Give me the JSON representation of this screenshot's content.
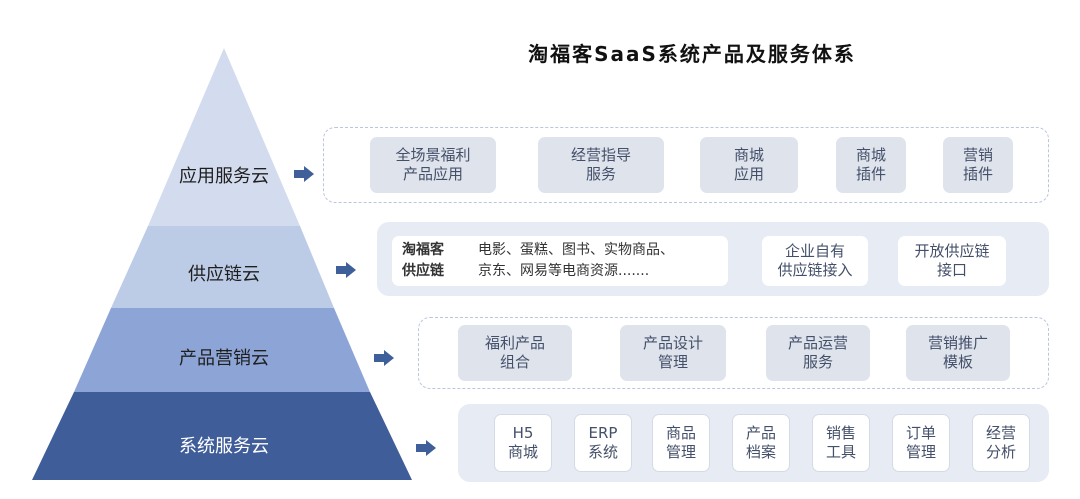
{
  "title": "淘福客SaaS系统产品及服务体系",
  "colors": {
    "tier1": "#d3dbee",
    "tier2": "#bccbe6",
    "tier3": "#8ca4d6",
    "tier4": "#3e5d99",
    "arrow": "#3f5f9a",
    "panel_border": "#b9c6dc",
    "panel_fill": "#e6ebf4",
    "box_fill": "#dfe4ec"
  },
  "tiers": [
    {
      "label": "应用服务云"
    },
    {
      "label": "供应链云"
    },
    {
      "label": "产品营销云"
    },
    {
      "label": "系统服务云"
    }
  ],
  "app_cloud": {
    "items": [
      {
        "line1": "全场景福利",
        "line2": "产品应用"
      },
      {
        "line1": "经营指导",
        "line2": "服务"
      },
      {
        "line1": "商城",
        "line2": "应用"
      },
      {
        "line1": "商城",
        "line2": "插件"
      },
      {
        "line1": "营销",
        "line2": "插件"
      }
    ]
  },
  "supply_chain": {
    "own_label_line1": "淘福客",
    "own_label_line2": "供应链",
    "own_desc_line1": "电影、蛋糕、图书、实物商品、",
    "own_desc_line2": "京东、网易等电商资源.......",
    "items": [
      {
        "line1": "企业自有",
        "line2": "供应链接入"
      },
      {
        "line1": "开放供应链",
        "line2": "接口"
      }
    ]
  },
  "marketing_cloud": {
    "items": [
      {
        "line1": "福利产品",
        "line2": "组合"
      },
      {
        "line1": "产品设计",
        "line2": "管理"
      },
      {
        "line1": "产品运营",
        "line2": "服务"
      },
      {
        "line1": "营销推广",
        "line2": "模板"
      }
    ]
  },
  "system_cloud": {
    "items": [
      {
        "line1": "H5",
        "line2": "商城"
      },
      {
        "line1": "ERP",
        "line2": "系统"
      },
      {
        "line1": "商品",
        "line2": "管理"
      },
      {
        "line1": "产品",
        "line2": "档案"
      },
      {
        "line1": "销售",
        "line2": "工具"
      },
      {
        "line1": "订单",
        "line2": "管理"
      },
      {
        "line1": "经营",
        "line2": "分析"
      }
    ]
  }
}
